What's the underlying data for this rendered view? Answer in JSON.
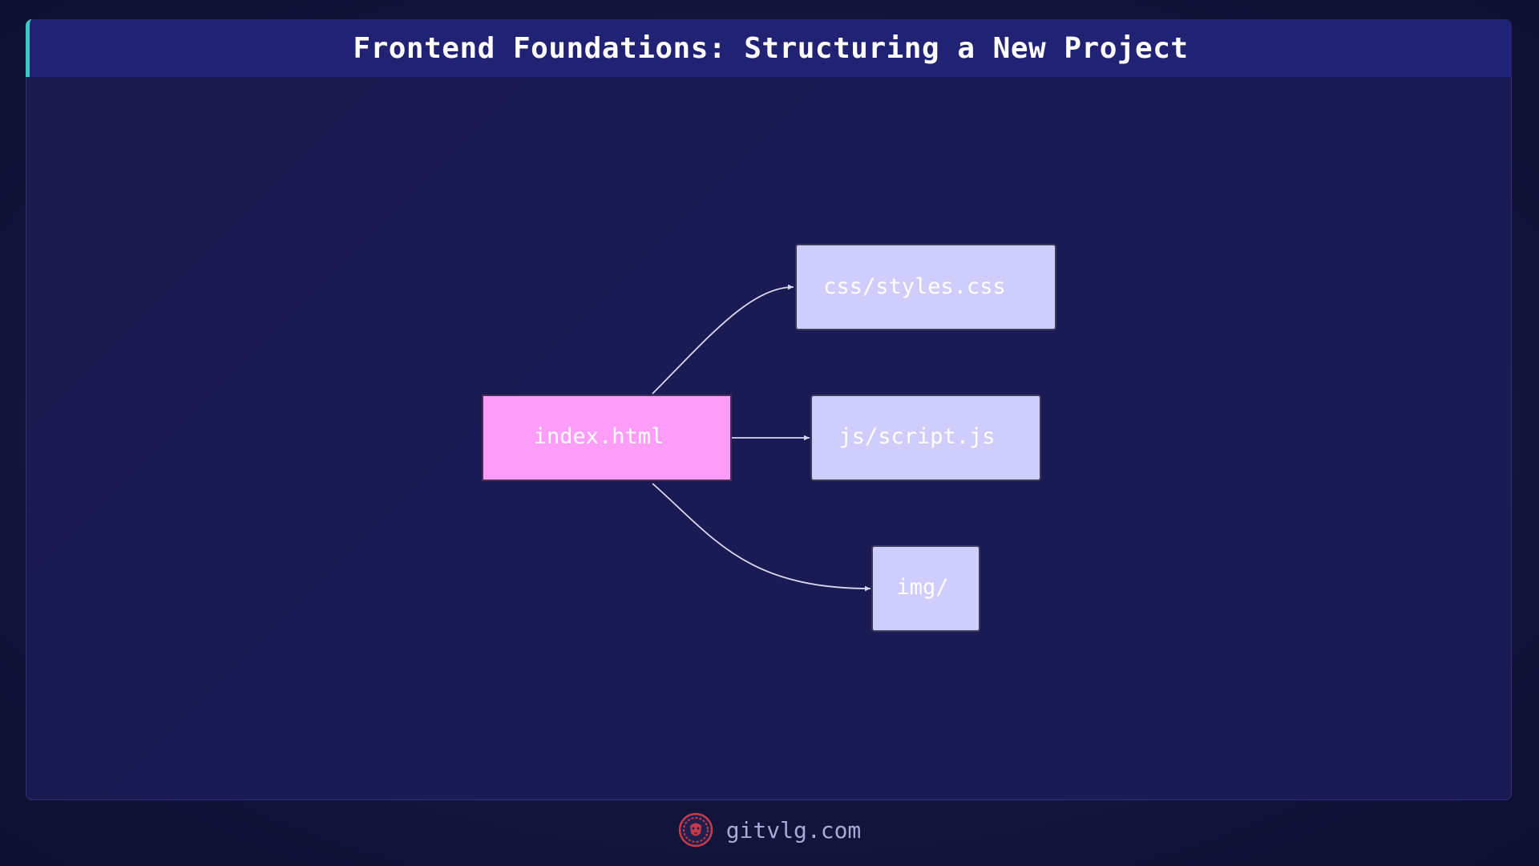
{
  "header": {
    "title": "Frontend Foundations: Structuring a New Project"
  },
  "diagram": {
    "nodes": [
      {
        "id": "index",
        "label": "index.html",
        "fill": "#ff9ef8",
        "stroke": "#4a2d5a"
      },
      {
        "id": "css",
        "label": "css/styles.css",
        "fill": "#cecdfc",
        "stroke": "#3a3a5a"
      },
      {
        "id": "js",
        "label": "js/script.js",
        "fill": "#cecdfc",
        "stroke": "#3a3a5a"
      },
      {
        "id": "img",
        "label": "img/",
        "fill": "#cecdfc",
        "stroke": "#3a3a5a"
      }
    ],
    "edges": [
      {
        "from": "index",
        "to": "css"
      },
      {
        "from": "index",
        "to": "js"
      },
      {
        "from": "index",
        "to": "img"
      }
    ],
    "edge_color": "#d8d8f0"
  },
  "footer": {
    "site": "gitvlg.com",
    "logo_icon": "lion-head-icon",
    "logo_color": "#c83a4a"
  }
}
